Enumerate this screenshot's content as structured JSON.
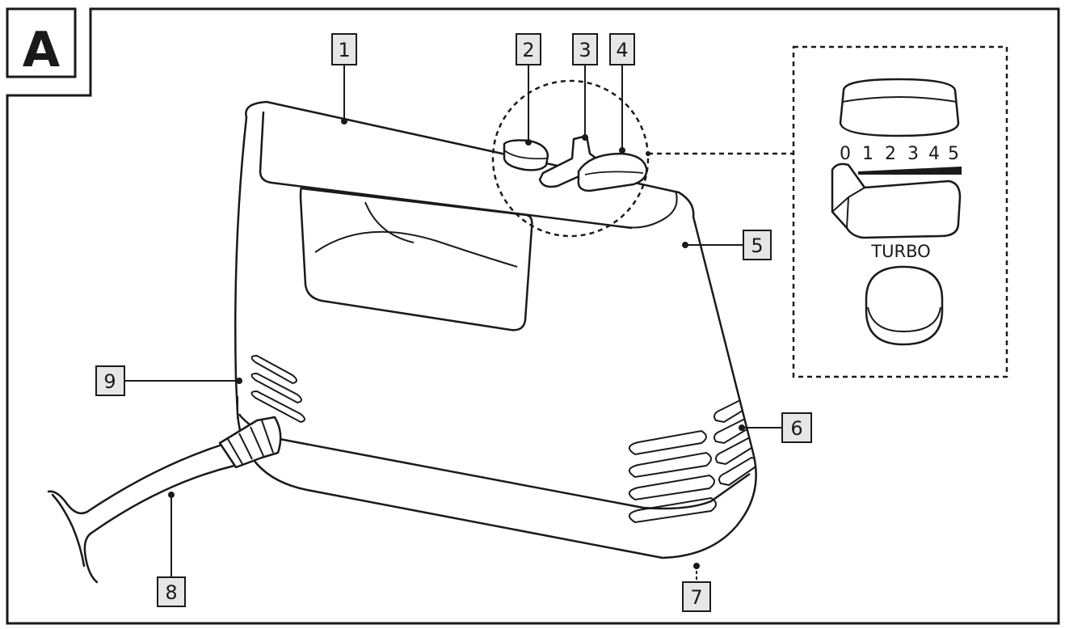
{
  "panel": {
    "letter": "A"
  },
  "callouts": [
    {
      "id": "c1",
      "label": "1"
    },
    {
      "id": "c2",
      "label": "2"
    },
    {
      "id": "c3",
      "label": "3"
    },
    {
      "id": "c4",
      "label": "4"
    },
    {
      "id": "c5",
      "label": "5"
    },
    {
      "id": "c6",
      "label": "6"
    },
    {
      "id": "c7",
      "label": "7"
    },
    {
      "id": "c8",
      "label": "8"
    },
    {
      "id": "c9",
      "label": "9"
    }
  ],
  "detail": {
    "speed_labels": [
      "0",
      "1",
      "2",
      "3",
      "4",
      "5"
    ],
    "turbo_label": "TURBO"
  },
  "colors": {
    "ink": "#1a1a1a",
    "box_fill": "#e6e6e6",
    "background": "#ffffff"
  }
}
